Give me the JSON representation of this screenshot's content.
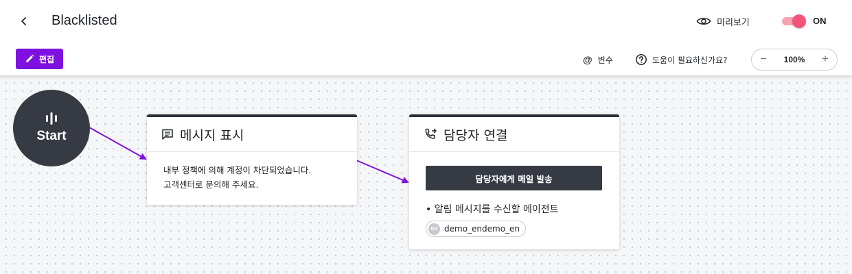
{
  "header": {
    "title": "Blacklisted",
    "preview_label": "미리보기",
    "toggle_label": "ON",
    "edit_label": "편집",
    "variables_symbol": "@",
    "variables_label": "변수",
    "help_label": "도움이 필요하신가요?",
    "zoom_minus": "−",
    "zoom_value": "100%",
    "zoom_plus": "+"
  },
  "toggle": {
    "on": true
  },
  "colors": {
    "accent": "#7f11e0",
    "toggle_on": "#f2547a",
    "node_dark": "#363a42",
    "edge": "#7f11e0"
  },
  "flow": {
    "start": {
      "label": "Start",
      "icon": "audio-bars-icon"
    },
    "message_node": {
      "icon": "message-icon",
      "title": "메시지 표시",
      "lines": [
        "내부 정책에 의해 계정이 차단되었습니다.",
        "고객센터로 문의해 주세요."
      ]
    },
    "agent_node": {
      "icon": "phone-forward-icon",
      "title": "담당자 연결",
      "button_label": "담당자에게 메일 발송",
      "recipient_label": "• 알림 메시지를 수신할 에이전트",
      "agent": {
        "initials": "DD",
        "name": "demo_endemo_en"
      }
    }
  }
}
